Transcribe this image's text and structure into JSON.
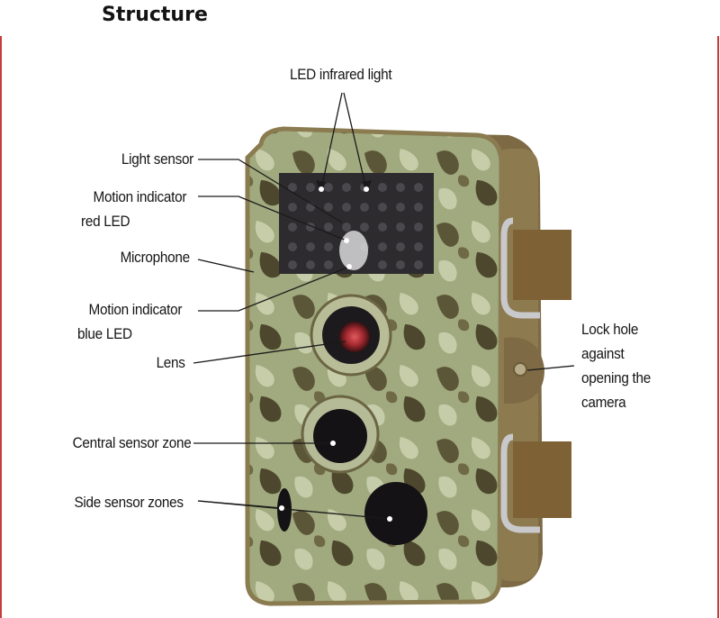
{
  "title": "Structure",
  "labels": {
    "led_infrared_light": "LED infrared light",
    "light_sensor": "Light sensor",
    "motion_indicator_red_line1": "Motion indicator",
    "motion_indicator_red_line2": "red LED",
    "microphone": "Microphone",
    "motion_indicator_blue_line1": "Motion indicator",
    "motion_indicator_blue_line2": "blue LED",
    "lens": "Lens",
    "central_sensor_zone": "Central sensor zone",
    "side_sensor_zones": "Side sensor zones",
    "lock_hole_line1": "Lock hole",
    "lock_hole_line2": "against",
    "lock_hole_line3": "opening the",
    "lock_hole_line4": "camera"
  },
  "colors": {
    "camo_base": "#9aa47a",
    "camo_dark": "#4f4a2f",
    "camo_light": "#c9cfae",
    "strap": "#8a6b3a",
    "lens_red": "#b2363b",
    "accent_border": "#c63b3b"
  }
}
